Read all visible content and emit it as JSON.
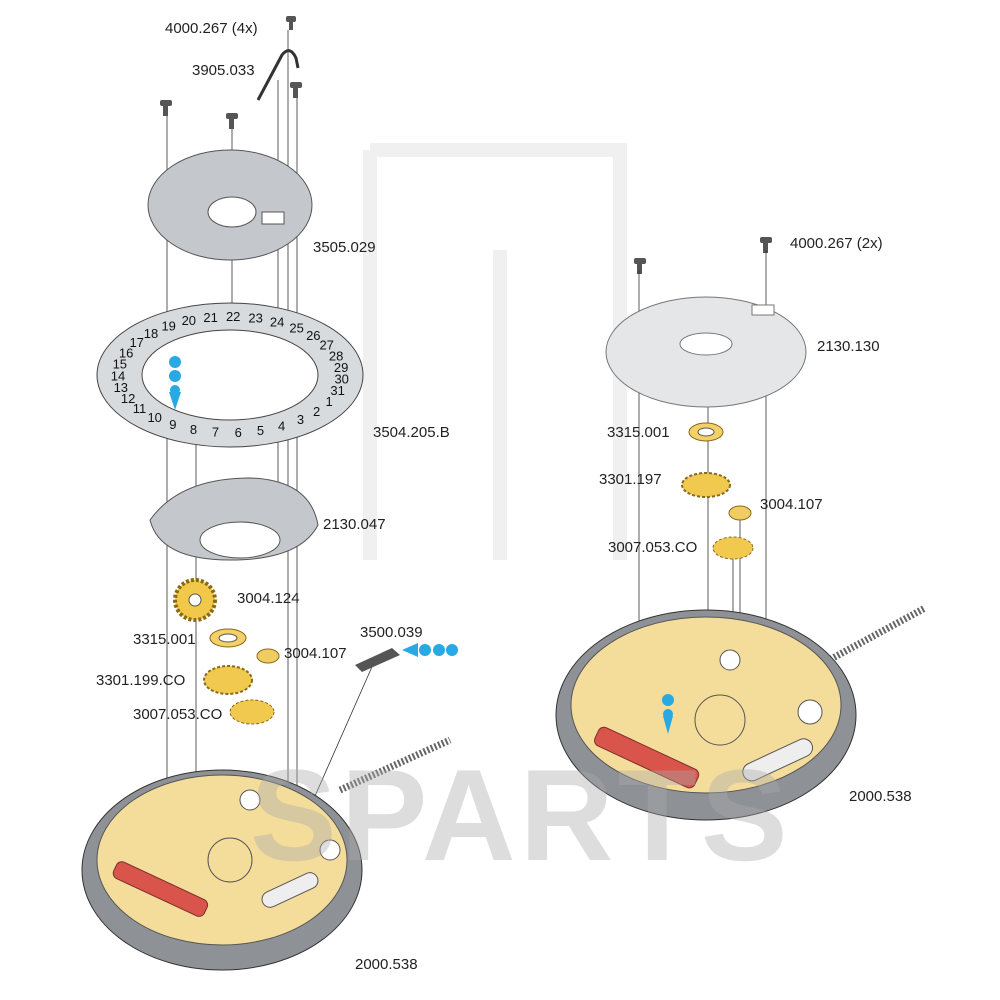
{
  "watermark": "SPARTS",
  "colors": {
    "brass": "#f4dc9a",
    "steel": "#c9cdd1",
    "accent": "#29a9e1",
    "coil": "#d9544a",
    "case": "#8e9296"
  },
  "left_assembly": {
    "labels": [
      "4000.267 (4x)",
      "3905.033",
      "3505.029",
      "3504.205.B",
      "2130.047",
      "3004.124",
      "3315.001",
      "3004.107",
      "3500.039",
      "3301.199.CO",
      "3007.053.CO",
      "2000.538"
    ],
    "date_disc_numbers": [
      "20",
      "21",
      "22",
      "23",
      "24",
      "25",
      "26",
      "27",
      "28",
      "29",
      "30",
      "31",
      "1",
      "2",
      "3",
      "4",
      "5",
      "6",
      "7",
      "8",
      "9",
      "10",
      "11",
      "12",
      "13",
      "14",
      "15",
      "16",
      "17",
      "18",
      "19"
    ]
  },
  "right_assembly": {
    "labels": [
      "4000.267 (2x)",
      "2130.130",
      "3315.001",
      "3301.197",
      "3004.107",
      "3007.053.CO",
      "2000.538"
    ]
  }
}
